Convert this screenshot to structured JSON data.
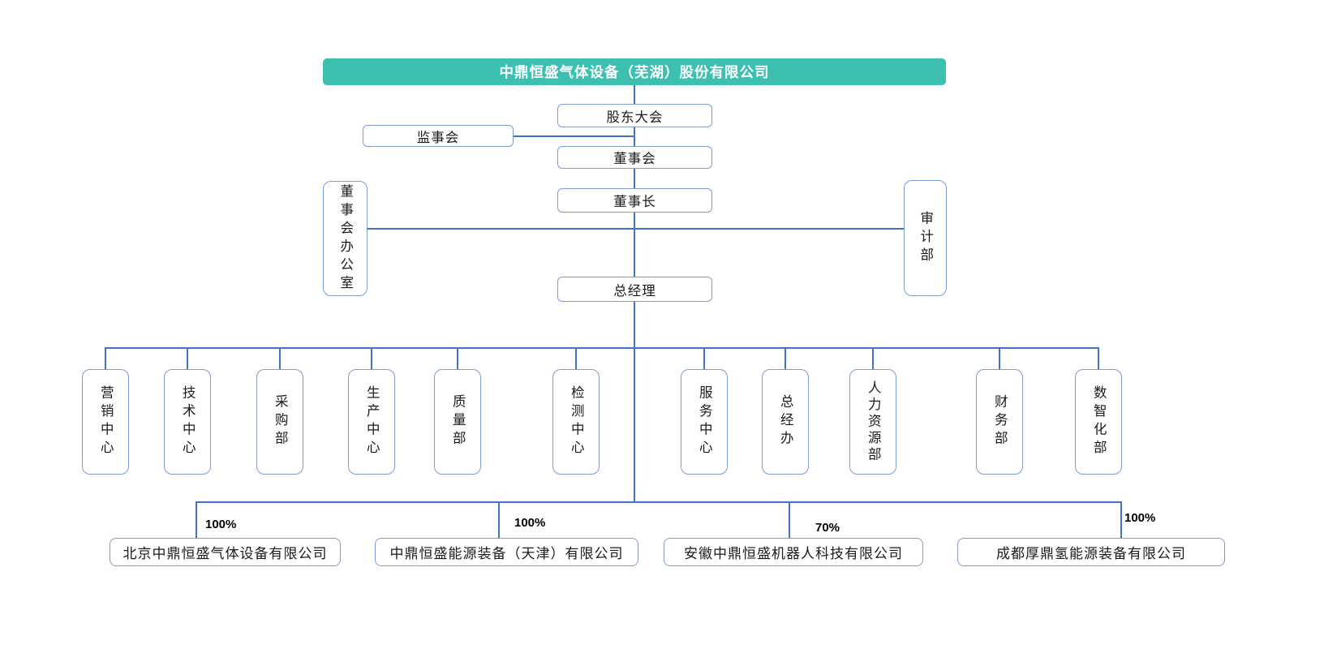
{
  "diagram": {
    "title": "中鼎恒盛气体设备（芜湖）股份有限公司",
    "governance": {
      "shareholders_meeting": "股东大会",
      "supervisory_board": "监事会",
      "board_of_directors": "董事会",
      "chairman": "董事长",
      "board_office": "董事会办公室",
      "audit_department": "审计部",
      "general_manager": "总经理"
    },
    "departments": [
      {
        "label": "营销中心"
      },
      {
        "label": "技术中心"
      },
      {
        "label": "采购部"
      },
      {
        "label": "生产中心"
      },
      {
        "label": "质量部"
      },
      {
        "label": "检测中心"
      },
      {
        "label": "服务中心"
      },
      {
        "label": "总经办"
      },
      {
        "label": "人力资源部"
      },
      {
        "label": "财务部"
      },
      {
        "label": "数智化部"
      }
    ],
    "subsidiaries": [
      {
        "name": "北京中鼎恒盛气体设备有限公司",
        "ownership": "100%"
      },
      {
        "name": "中鼎恒盛能源装备（天津）有限公司",
        "ownership": "100%"
      },
      {
        "name": "安徽中鼎恒盛机器人科技有限公司",
        "ownership": "70%"
      },
      {
        "name": "成都厚鼎氢能源装备有限公司",
        "ownership": "100%"
      }
    ],
    "colors": {
      "header_bg": "#3ec0b1",
      "header_text": "#ffffff",
      "connector_line": "#4472c4",
      "box_border": "#7d9bd3",
      "box_text": "#1a1a1a"
    }
  }
}
